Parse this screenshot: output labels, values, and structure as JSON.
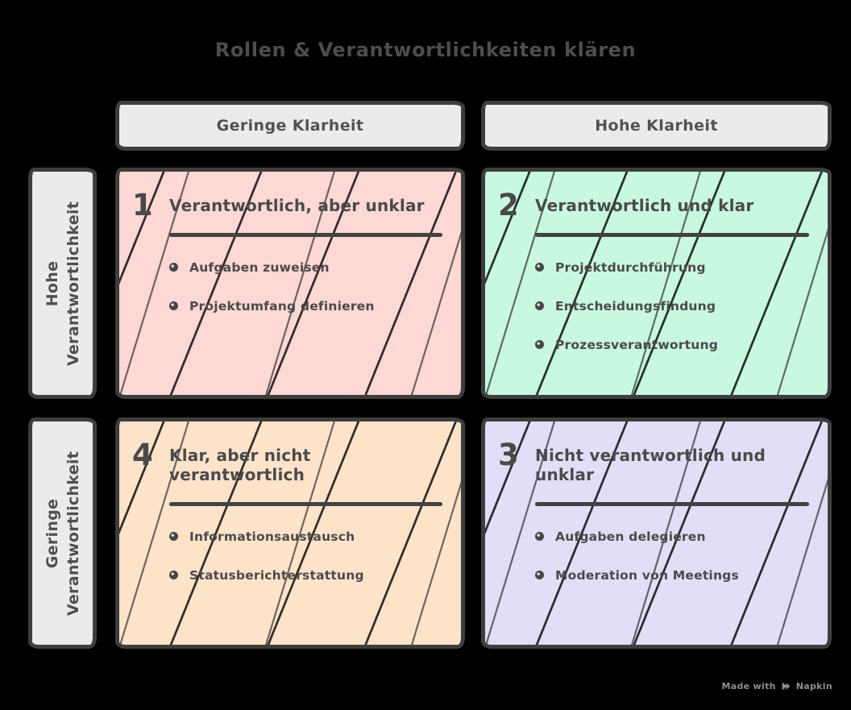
{
  "title": "Rollen & Verantwortlichkeiten klären",
  "colors": {
    "background": "#000000",
    "border": "#3e3e3e",
    "text_dark": "#4a4a4a",
    "header_fill": "#ebebeb",
    "quadrant_1_fill": "#fdd8d5",
    "quadrant_2_fill": "#c9f8e1",
    "quadrant_3_fill": "#e3ddf7",
    "quadrant_4_fill": "#fee3cb",
    "watermark_text": "#8e8e8e"
  },
  "columns": [
    {
      "label": "Geringe Klarheit"
    },
    {
      "label": "Hohe Klarheit"
    }
  ],
  "rows": [
    {
      "line1": "Hohe",
      "line2": "Verantwortlichkeit"
    },
    {
      "line1": "Geringe",
      "line2": "Verantwortlichkeit"
    }
  ],
  "quadrants": [
    {
      "number": "1",
      "title": "Verantwortlich, aber unklar",
      "bullets": [
        "Aufgaben zuweisen",
        "Projektumfang definieren"
      ]
    },
    {
      "number": "2",
      "title": "Verantwortlich und klar",
      "bullets": [
        "Projektdurchführung",
        "Entscheidungsfindung",
        "Prozessverantwortung"
      ]
    },
    {
      "number": "4",
      "title": "Klar, aber nicht verantwortlich",
      "bullets": [
        "Informationsaustausch",
        "Statusberichterstattung"
      ]
    },
    {
      "number": "3",
      "title": "Nicht verantwortlich und unklar",
      "bullets": [
        "Aufgaben delegieren",
        "Moderation von Meetings"
      ]
    }
  ],
  "watermark": {
    "prefix": "Made with",
    "brand": "Napkin",
    "icon": "napkin-logo-icon"
  }
}
